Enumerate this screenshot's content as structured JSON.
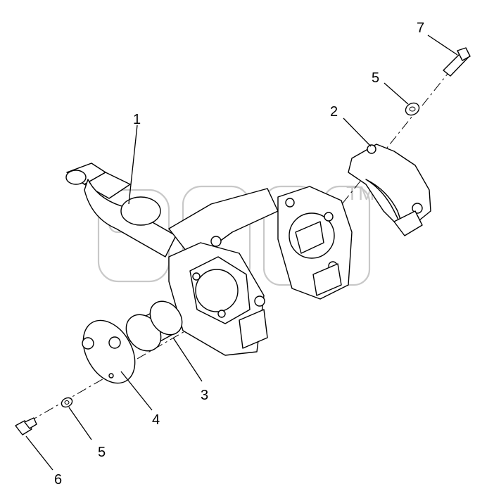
{
  "callouts": {
    "c1": "1",
    "c2": "2",
    "c3": "3",
    "c4": "4",
    "c5a": "5",
    "c5b": "5",
    "c6": "6",
    "c7": "7"
  },
  "watermark": {
    "trademark": "TM"
  },
  "colors": {
    "line": "#000000",
    "background": "#ffffff",
    "watermark": "#c8c8c8"
  }
}
